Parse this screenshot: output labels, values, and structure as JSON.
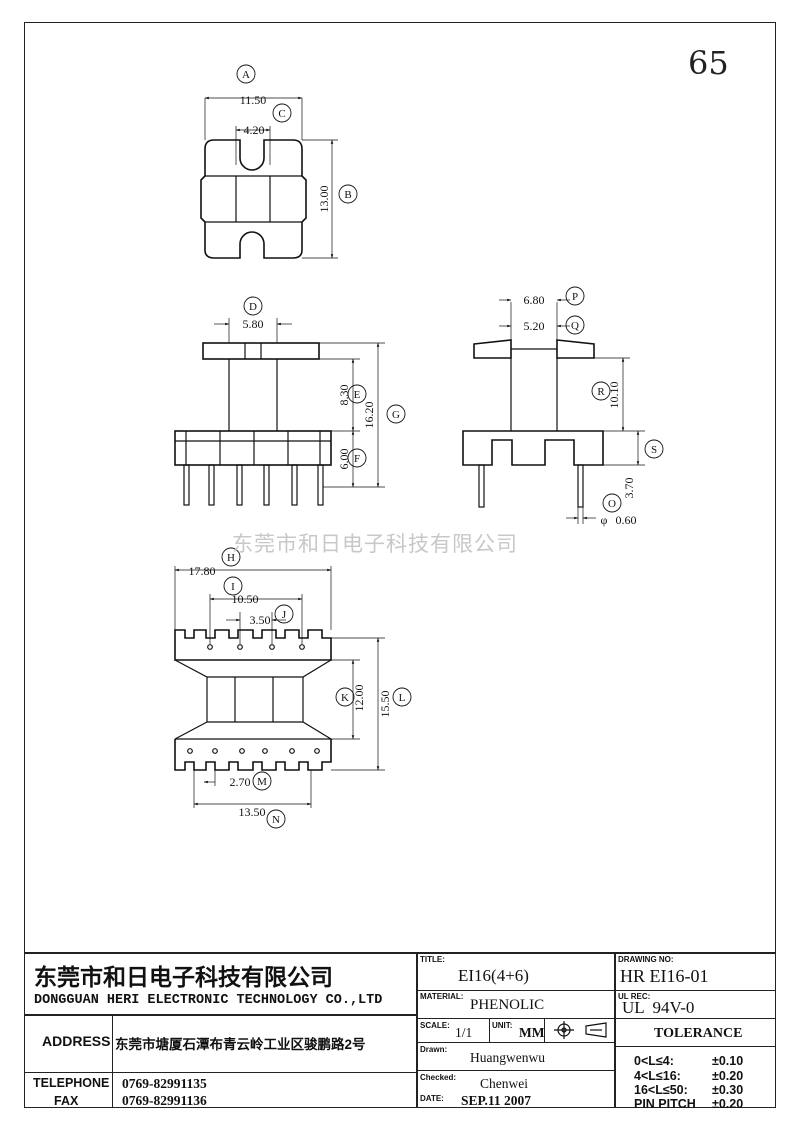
{
  "page_number": "65",
  "watermark": "东莞市和日电子科技有限公司",
  "views": {
    "top": {
      "callouts": {
        "a": "A",
        "b": "B",
        "c": "C"
      },
      "dims": {
        "a": "11.50",
        "b": "13.00",
        "c": "4.20"
      }
    },
    "front": {
      "callouts": {
        "d": "D",
        "e": "E",
        "f": "F",
        "g": "G"
      },
      "dims": {
        "d": "5.80",
        "e": "8.30",
        "f": "6.00",
        "g": "16.20"
      }
    },
    "side": {
      "callouts": {
        "p": "P",
        "q": "Q",
        "r": "R",
        "s": "S",
        "o": "O"
      },
      "dims": {
        "p": "6.80",
        "q": "5.20",
        "r": "10.10",
        "s": "3.70",
        "o": "0.60",
        "o_prefix": "φ"
      }
    },
    "bottom": {
      "callouts": {
        "h": "H",
        "i": "I",
        "j": "J",
        "k": "K",
        "l": "L",
        "m": "M",
        "n": "N"
      },
      "dims": {
        "h": "17.80",
        "i": "10.50",
        "j": "3.50",
        "k": "12.00",
        "l": "15.50",
        "m": "2.70",
        "n": "13.50"
      }
    }
  },
  "title_block": {
    "company_cn": "东莞市和日电子科技有限公司",
    "company_en": "DONGGUAN HERI ELECTRONIC TECHNOLOGY CO.,LTD",
    "address_label": "ADDRESS",
    "address_value": "东莞市塘厦石潭布青云岭工业区骏鹏路2号",
    "telephone_label": "TELEPHONE",
    "telephone_value": "0769-82991135",
    "fax_label": "FAX",
    "fax_value": "0769-82991136",
    "title_label": "TITLE:",
    "title_value": "EI16(4+6)",
    "material_label": "MATERIAL:",
    "material_value": "PHENOLIC",
    "scale_label": "SCALE:",
    "scale_value": "1/1",
    "unit_label": "UNIT:",
    "unit_value": "MM",
    "drawn_label": "Drawn:",
    "drawn_value": "Huangwenwu",
    "checked_label": "Checked:",
    "checked_value": "Chenwei",
    "date_label": "DATE:",
    "date_value": "SEP.11 2007",
    "drawing_no_label": "DRAWING NO:",
    "drawing_no_value": "HR EI16-01",
    "ul_rec_label": "UL REC:",
    "ul_rec_value": "UL  94V-0",
    "tolerance_label": "TOLERANCE",
    "tolerances": [
      {
        "range": "0<L≤4:",
        "value": "±0.10"
      },
      {
        "range": "4<L≤16:",
        "value": "±0.20"
      },
      {
        "range": "16<L≤50:",
        "value": "±0.30"
      },
      {
        "range": "PIN PITCH",
        "value": "±0.20"
      }
    ]
  }
}
